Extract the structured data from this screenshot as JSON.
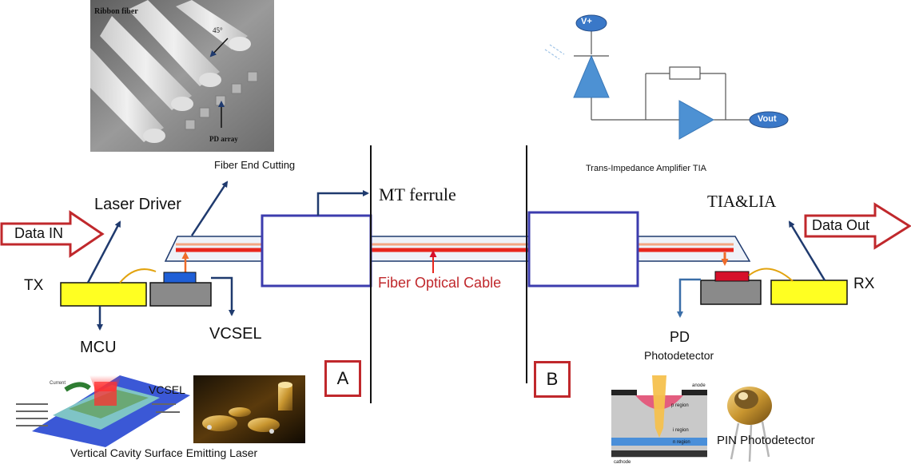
{
  "labels": {
    "data_in": "Data IN",
    "data_out": "Data Out",
    "laser_driver": "Laser Driver",
    "fiber_end_cutting": "Fiber End Cutting",
    "mt_ferrule": "MT ferrule",
    "tia_lia": "TIA&LIA",
    "tx": "TX",
    "rx": "RX",
    "mcu": "MCU",
    "vcsel": "VCSEL",
    "pd": "PD",
    "photodetector": "Photodetector",
    "fiber_optical_cable_1": "Fiber Optical",
    "fiber_optical_cable_2": "Cable",
    "box_a": "A",
    "box_b": "B",
    "vcsel_full": "Vertical Cavity Surface Emitting Laser",
    "pin_photodetector": "PIN Photodetector",
    "tia_title": "Trans-Impedance Amplifier  TIA"
  },
  "sem_photo": {
    "ribbon_fiber": "Ribbon fiber",
    "angle": "45°",
    "pd_array": "PD array"
  },
  "circuit": {
    "vplus": "V+",
    "vout": "Vout"
  },
  "vcsel_inset": {
    "title": "VCSEL",
    "current": "Current"
  },
  "pin_inset": {
    "anode": "anode",
    "p_region": "p region",
    "i_region": "i region",
    "n_region": "n region",
    "cathode": "cathode"
  },
  "colors": {
    "navy": "#1f3a6e",
    "accent_red": "#c0282c",
    "fiber_red": "#e8261c",
    "fiber_salmon": "#f4a582",
    "yellow": "#ffff22",
    "gray": "#8a8a8a",
    "vcsel_blue": "#1f5fd6",
    "pd_red": "#d6102a",
    "circuit_blue": "#4d91d3"
  }
}
